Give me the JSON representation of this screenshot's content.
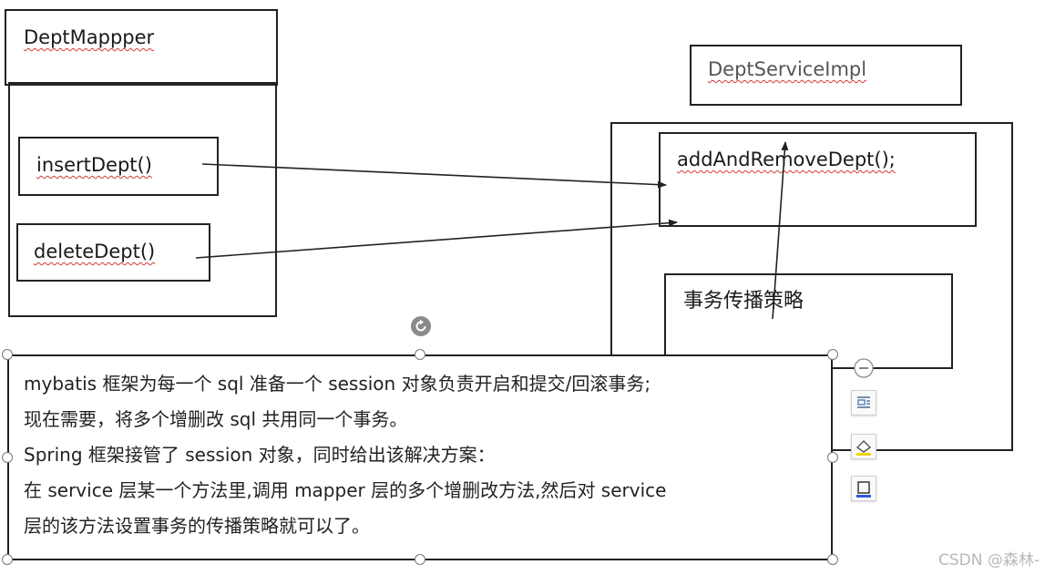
{
  "mapper": {
    "title": "DeptMappper",
    "method_insert": "insertDept()",
    "method_delete": "deleteDept()"
  },
  "service": {
    "title": "DeptServiceImpl",
    "method": "addAndRemoveDept();",
    "strategy": "事务传播策略"
  },
  "note": {
    "line1": "mybatis 框架为每一个 sql 准备一个 session 对象负责开启和提交/回滚事务;",
    "line2": "现在需要，将多个增删改 sql 共用同一个事务。",
    "line3": "Spring 框架接管了 session 对象，同时给出该解决方案：",
    "line4": "在 service 层某一个方法里,调用 mapper 层的多个增删改方法,然后对 service",
    "line5": "层的该方法设置事务的传播策略就可以了。"
  },
  "toolbar": {
    "icons": [
      "collapse-icon",
      "layout-options-icon",
      "shape-fill-icon",
      "shape-outline-icon",
      "rotate-handle-icon"
    ]
  },
  "watermark": "CSDN @森林-",
  "colors": {
    "line": "#222222",
    "spellcheck": "#d23a3a",
    "service_title_text": "#555555"
  }
}
